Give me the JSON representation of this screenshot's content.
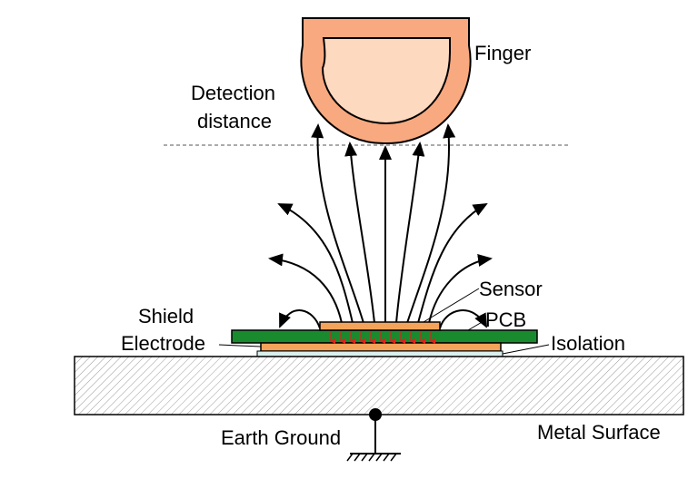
{
  "labels": {
    "finger": "Finger",
    "detection_line1": "Detection",
    "detection_line2": "distance",
    "sensor": "Sensor",
    "pcb": "PCB",
    "shield_line1": "Shield",
    "shield_line2": "Electrode",
    "isolation": "Isolation",
    "earth_ground": "Earth Ground",
    "metal_surface": "Metal Surface"
  },
  "colors": {
    "finger_outer": "#F9A97F",
    "finger_inner": "#FDD9BF",
    "pcb": "#1A8A2E",
    "sensor": "#F4A35A",
    "shield": "#F4A35A",
    "isolation": "#D9F0EE",
    "field_down_arrows": "#E0201C",
    "metal_hatch": "#9A9A9A"
  }
}
